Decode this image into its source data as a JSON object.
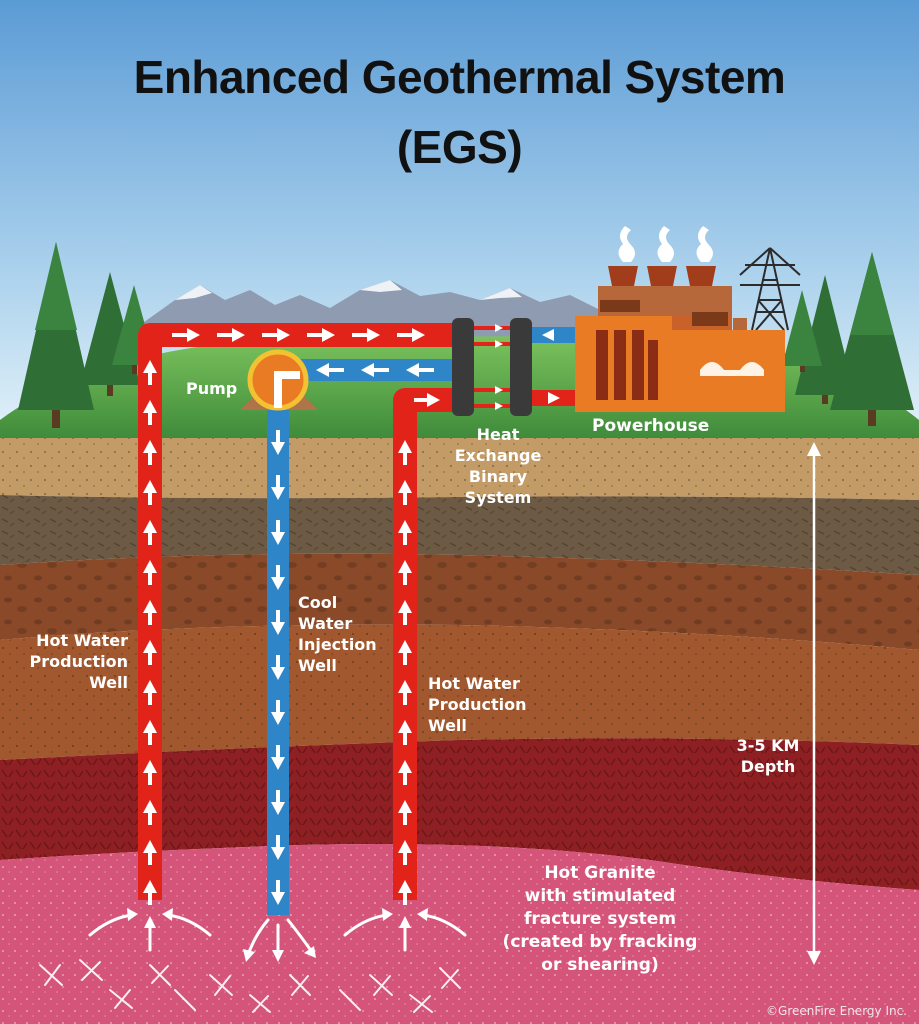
{
  "title": {
    "line1": "Enhanced Geothermal System",
    "line2": "(EGS)"
  },
  "labels": {
    "pump": "Pump",
    "powerhouse": "Powerhouse",
    "heat_exchange": "Heat\nExchange\nBinary\nSystem",
    "hot_water_left": "Hot Water\nProduction\nWell",
    "cool_water": "Cool\nWater\nInjection\nWell",
    "hot_water_right": "Hot Water\nProduction\nWell",
    "depth": "3-5 KM\nDepth",
    "granite": "Hot Granite\nwith stimulated\nfracture system\n(created by fracking\nor shearing)"
  },
  "credit": "©GreenFire Energy Inc.",
  "colors": {
    "sky_top": "#5b9bd5",
    "sky_bottom": "#d6ecf6",
    "hot_pipe": "#e2231a",
    "cool_pipe": "#2e86c8",
    "granite": "#d4547a",
    "powerhouse": "#e97b25",
    "grass": "#5ba84a"
  }
}
